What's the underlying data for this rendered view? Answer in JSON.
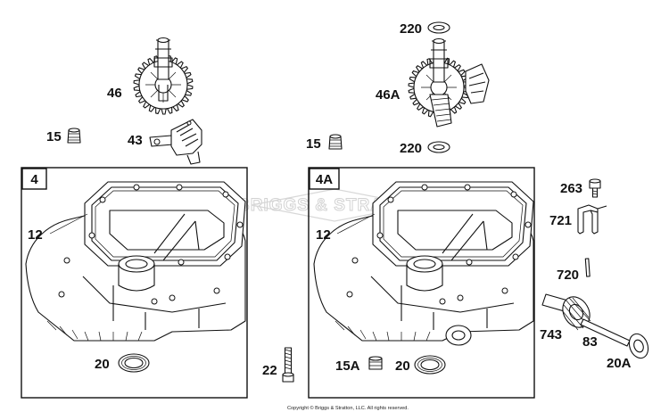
{
  "watermark": "BRIGGS & STRATTON",
  "copyright": "Copyright © Briggs & Stratton, LLC. All rights reserved.",
  "boxes": {
    "left": "4",
    "right": "4A"
  },
  "labels": {
    "l46": "46",
    "l43": "43",
    "l15_left": "15",
    "l12_left": "12",
    "l20_left": "20",
    "l22": "22",
    "l220_top": "220",
    "l46A": "46A",
    "l220_bottom": "220",
    "l15_right": "15",
    "l12_right": "12",
    "l15A": "15A",
    "l20_right": "20",
    "l263": "263",
    "l721": "721",
    "l720": "720",
    "l743": "743",
    "l83": "83",
    "l20A": "20A"
  }
}
